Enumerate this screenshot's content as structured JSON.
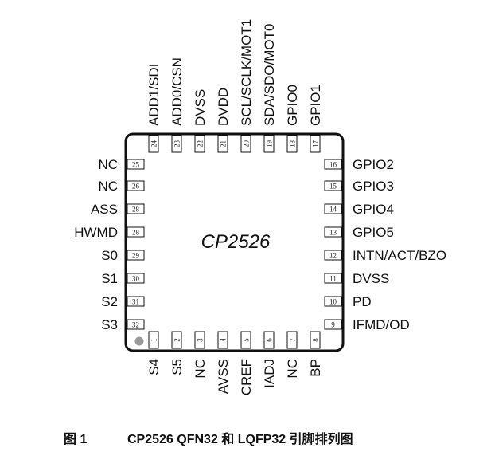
{
  "chip": {
    "name": "CP2526"
  },
  "pins": {
    "left": [
      {
        "num": "25",
        "label": "NC"
      },
      {
        "num": "26",
        "label": "NC"
      },
      {
        "num": "28",
        "label": "ASS"
      },
      {
        "num": "28",
        "label": "HWMD"
      },
      {
        "num": "29",
        "label": "S0"
      },
      {
        "num": "30",
        "label": "S1"
      },
      {
        "num": "31",
        "label": "S2"
      },
      {
        "num": "32",
        "label": "S3"
      }
    ],
    "right": [
      {
        "num": "16",
        "label": "GPIO2"
      },
      {
        "num": "15",
        "label": "GPIO3"
      },
      {
        "num": "14",
        "label": "GPIO4"
      },
      {
        "num": "13",
        "label": "GPIO5"
      },
      {
        "num": "12",
        "label": "INTN/ACT/BZO"
      },
      {
        "num": "11",
        "label": "DVSS"
      },
      {
        "num": "10",
        "label": "PD"
      },
      {
        "num": "9",
        "label": "IFMD/OD"
      }
    ],
    "top": [
      {
        "num": "24",
        "label": "ADD1/SDI"
      },
      {
        "num": "23",
        "label": "ADD0/CSN"
      },
      {
        "num": "22",
        "label": "DVSS"
      },
      {
        "num": "21",
        "label": "DVDD"
      },
      {
        "num": "20",
        "label": "SCL/SCLK/MOT1"
      },
      {
        "num": "19",
        "label": "SDA/SDO/MOT0"
      },
      {
        "num": "18",
        "label": "GPIO0"
      },
      {
        "num": "17",
        "label": "GPIO1"
      }
    ],
    "bottom": [
      {
        "num": "1",
        "label": "S4"
      },
      {
        "num": "2",
        "label": "S5"
      },
      {
        "num": "3",
        "label": "NC"
      },
      {
        "num": "4",
        "label": "AVSS"
      },
      {
        "num": "5",
        "label": "CREF"
      },
      {
        "num": "6",
        "label": "IADJ"
      },
      {
        "num": "7",
        "label": "NC"
      },
      {
        "num": "8",
        "label": "BP"
      }
    ]
  },
  "caption": {
    "figure": "图 1",
    "text": "CP2526 QFN32 和 LQFP32 引脚排列图"
  }
}
